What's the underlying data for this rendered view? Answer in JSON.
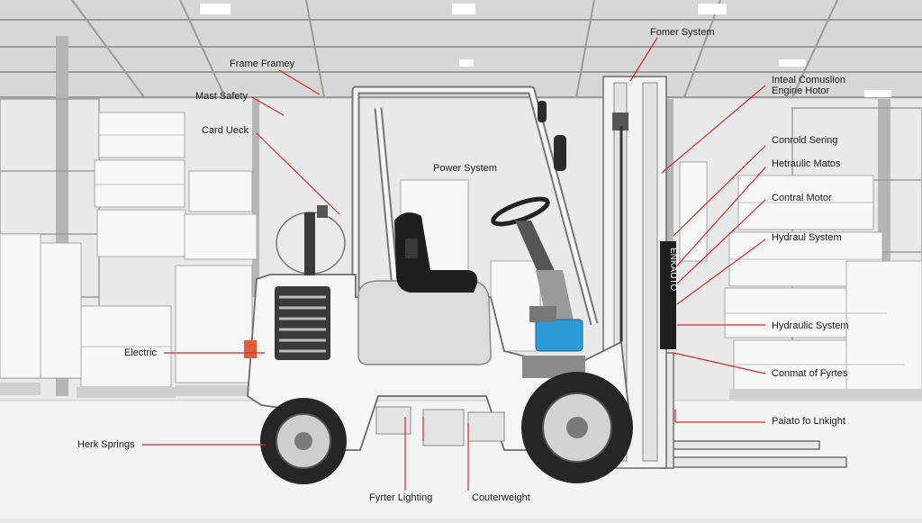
{
  "colors": {
    "leader": "#d42a2a",
    "body": "#f4f4f4",
    "outline": "#7a7a7a",
    "dark": "#222222",
    "warehouse": "#d9d9d9",
    "accent_blue": "#2d9bd7"
  },
  "mast_branding": "ENKAUTO",
  "labels": {
    "frame_framey": "Frame Framey",
    "mast_safety": "Mast Safety",
    "card_ueck": "Card Ueck",
    "power_system_center": "Power System",
    "electric": "Electric",
    "herk_springs": "Herk Springs",
    "fyrter_lighting": "Fyrter Lighting",
    "counterweight": "Couterweight",
    "fomer_system": "Fomer System",
    "inteal_combustion": "Inteal Comuslion\nEngine Hotor",
    "conrold_sering": "Conrold Sering",
    "hetraulic_matos": "Hetraulic Matos",
    "contral_motor": "Contral Motor",
    "hydraul_system": "Hydraul System",
    "hydraulic_system": "Hydraulic System",
    "conmat_fyrtes": "Conmat of Fyrtes",
    "paiato_lnkight": "Paiato fo Lnkight"
  }
}
